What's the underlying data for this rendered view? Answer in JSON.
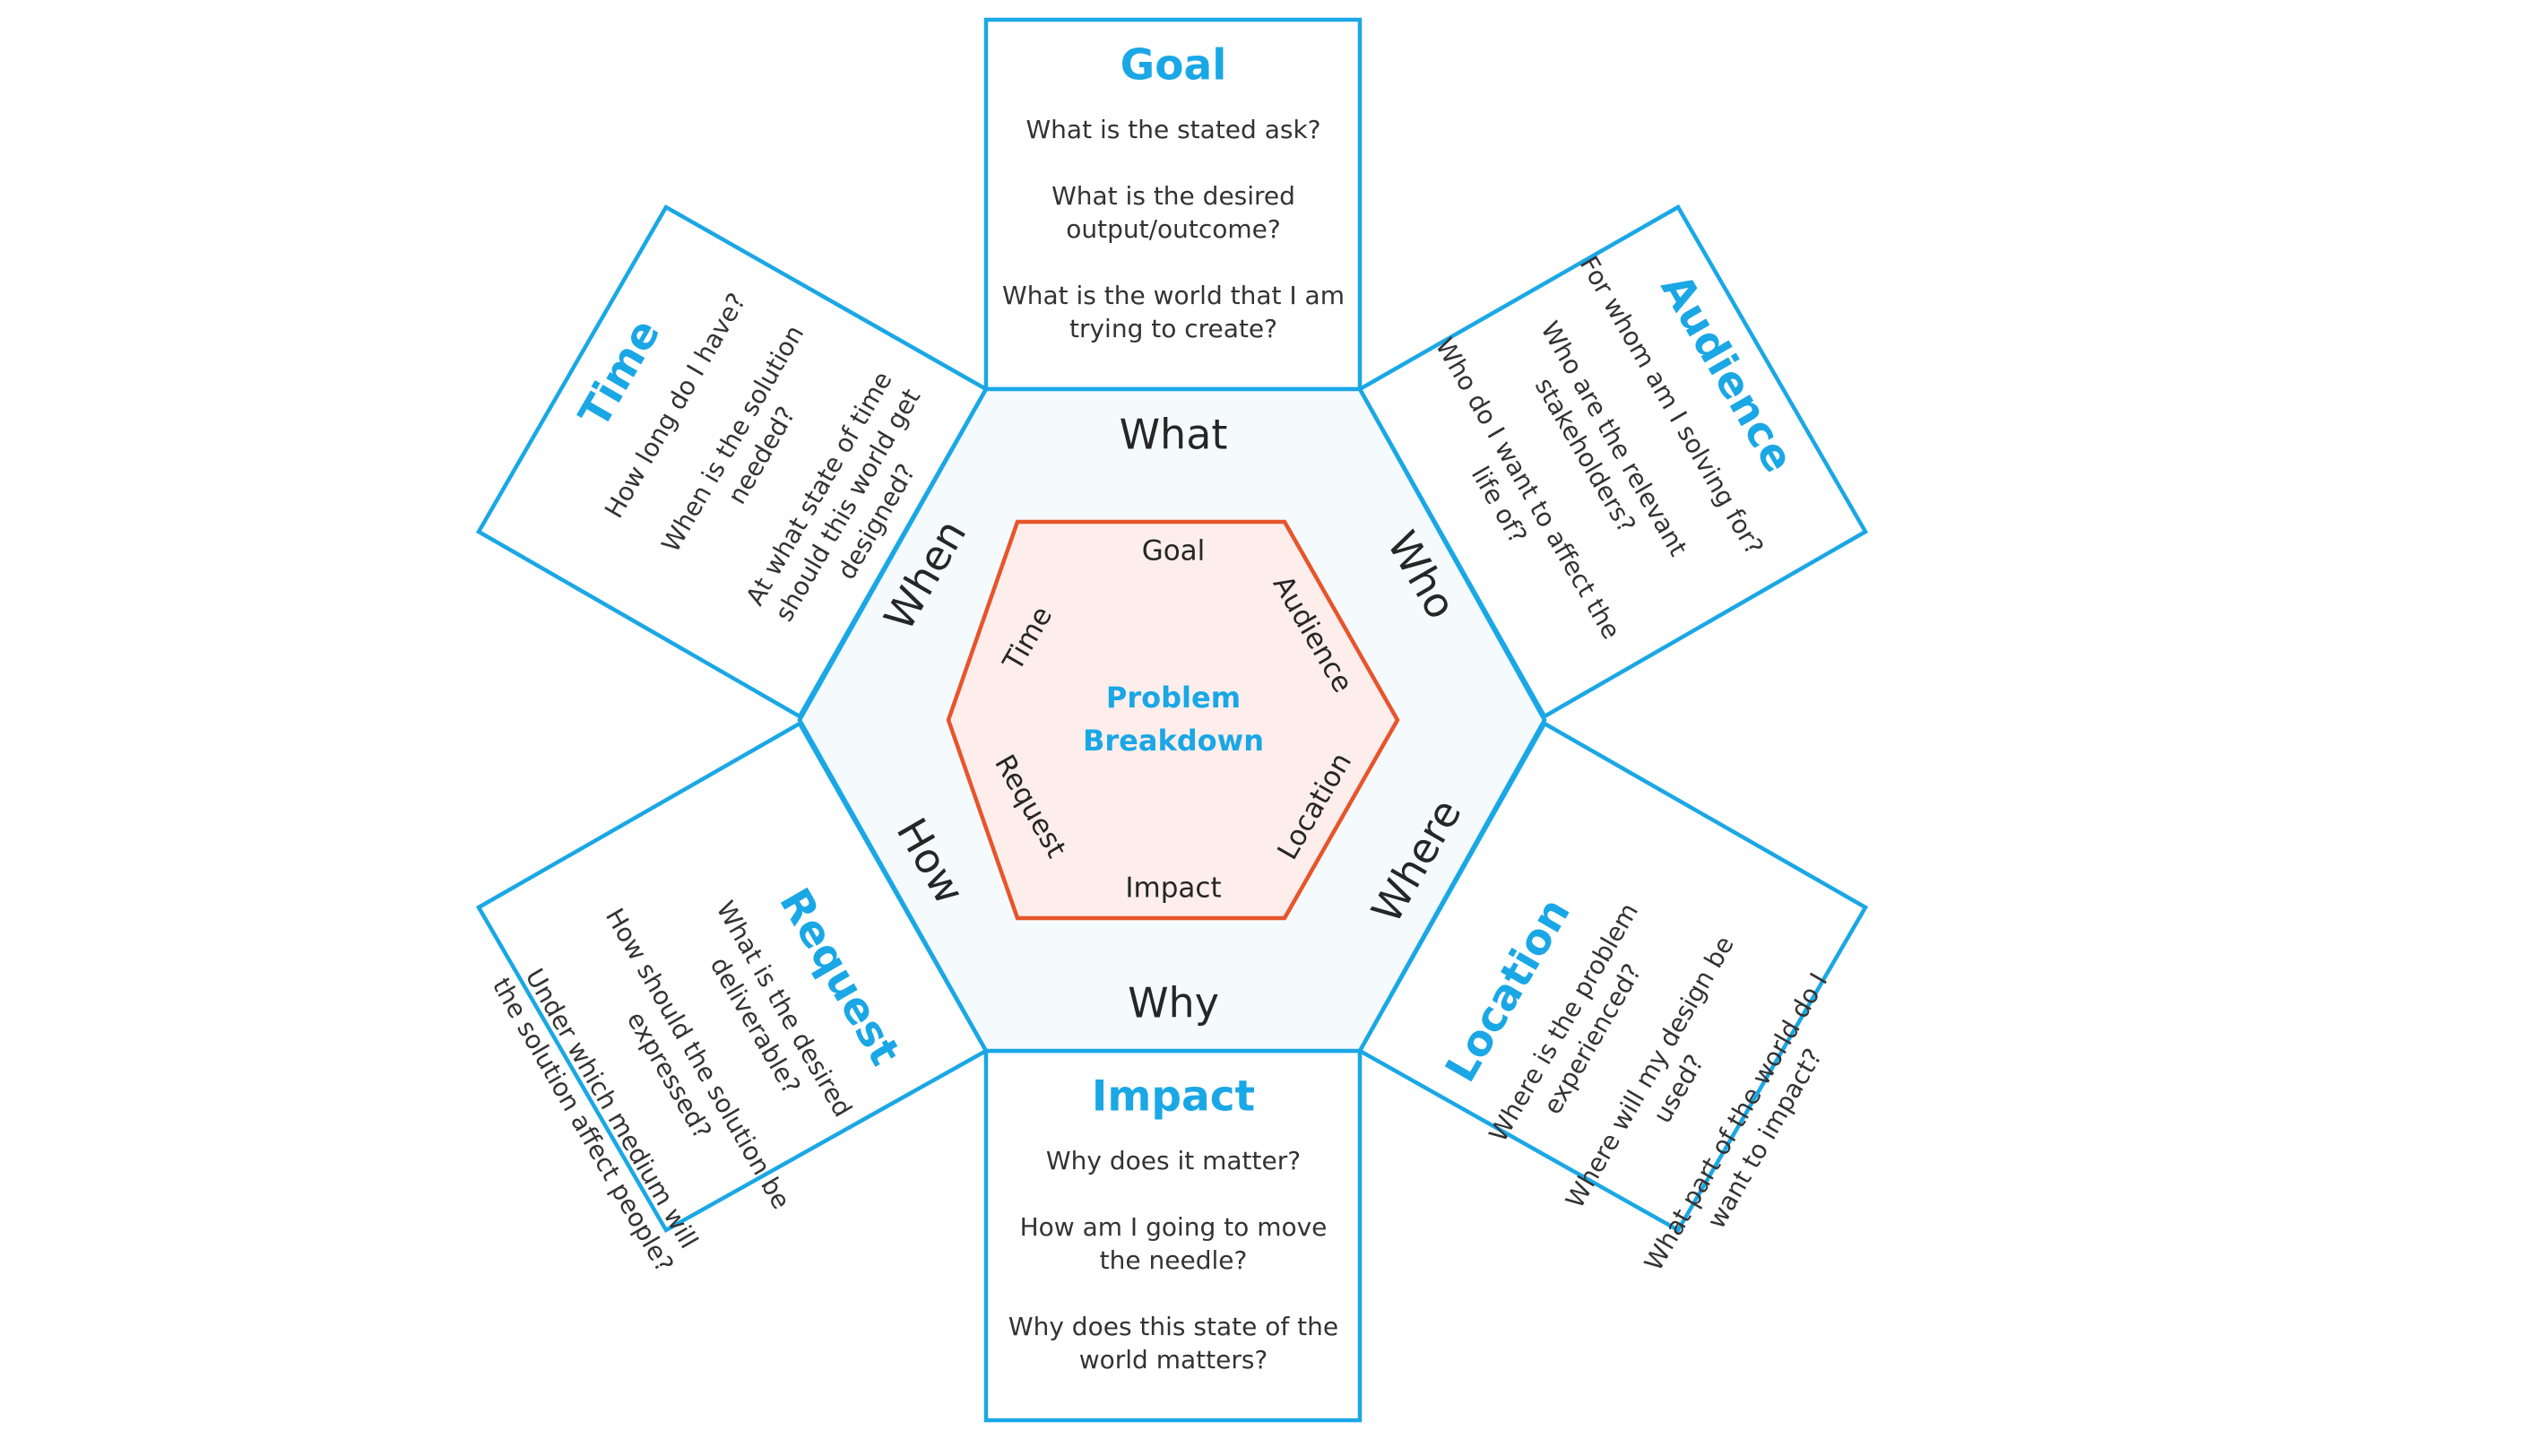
{
  "center": {
    "line1": "Problem",
    "line2": "Breakdown"
  },
  "inner_labels": {
    "top": "Goal",
    "upper_right": "Audience",
    "lower_right": "Location",
    "bottom": "Impact",
    "lower_left": "Request",
    "upper_left": "Time"
  },
  "ring_labels": {
    "top": "What",
    "upper_right": "Who",
    "lower_right": "Where",
    "bottom": "Why",
    "lower_left": "How",
    "upper_left": "When"
  },
  "cards": {
    "goal": {
      "title": "Goal",
      "lines": [
        "What is the stated ask?",
        "",
        "What is the desired",
        "output/outcome?",
        "",
        "What is the world that I am",
        "trying to create?"
      ]
    },
    "audience": {
      "title": "Audience",
      "lines": [
        "For whom am I solving for?",
        "",
        "Who are the relevant",
        "stakeholders?",
        "",
        "Who do I want to affect the",
        "life of?"
      ]
    },
    "location": {
      "title": "Location",
      "lines": [
        "Where is the problem",
        "experienced?",
        "",
        "Where will my design be",
        "used?",
        "",
        "What part of the world do I",
        "want to impact?"
      ]
    },
    "impact": {
      "title": "Impact",
      "lines": [
        "Why does it matter?",
        "",
        "How am I going to move",
        "the needle?",
        "",
        "Why does this state of the",
        "world matters?"
      ]
    },
    "request": {
      "title": "Request",
      "lines": [
        "What is the desired",
        "deliverable?",
        "",
        "How should the solution be",
        "expressed?",
        "",
        "Under which medium will",
        "the solution affect people?"
      ]
    },
    "time": {
      "title": "Time",
      "lines": [
        "How long do I have?",
        "",
        "When is the solution",
        "needed?",
        "",
        "At what state of time",
        "should this world get",
        "designed?"
      ]
    }
  },
  "colors": {
    "blue": "#1aa7e6",
    "orange": "#e8542c",
    "inner_fill": "#fdeeeb",
    "ring_fill": "#f5fbfd",
    "text": "#333333"
  }
}
